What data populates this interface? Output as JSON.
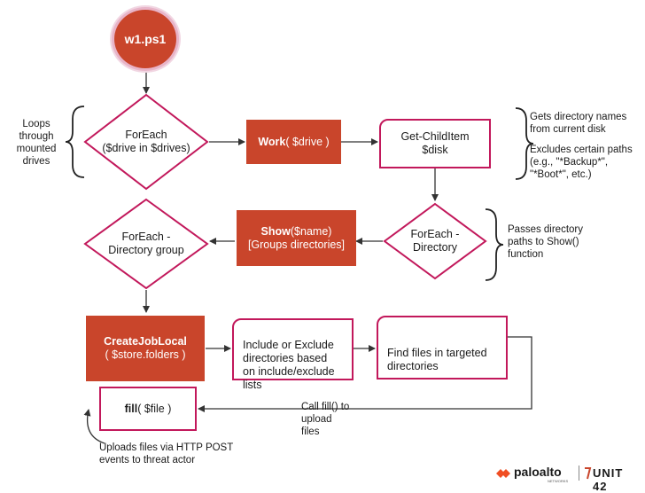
{
  "start": {
    "label": "w1.ps1"
  },
  "diamonds": {
    "foreach_drive": "ForEach\n($drive in $drives)",
    "foreach_directory": "ForEach -\nDirectory",
    "foreach_group": "ForEach -\nDirectory group"
  },
  "boxes": {
    "work": {
      "bold": "Work",
      "rest": "( $drive )"
    },
    "get_child": "Get-ChildItem\n$disk",
    "show": {
      "bold": "Show",
      "rest": "($name)",
      "line2": "[Groups directories]"
    },
    "create_job": {
      "line1": "CreateJobLocal",
      "line2": "( $store.folders )"
    },
    "include_exclude": "Include or Exclude\ndirectories based\non include/exclude\nlists",
    "find_files": "Find files in targeted\ndirectories",
    "fill": {
      "bold": "fill",
      "rest": "( $file )"
    }
  },
  "notes": {
    "loops": "Loops\nthrough\nmounted\ndrives",
    "gets_names": "Gets directory names\nfrom current disk",
    "excludes": "Excludes certain paths\n(e.g., \"*Backup*\",\n\"*Boot*\", etc.)",
    "passes": "Passes directory\npaths to Show()\nfunction",
    "call_fill": "Call fill() to\nupload\nfiles",
    "uploads": "Uploads files via HTTP POST\nevents to threat actor"
  },
  "brand": {
    "paloalto": "paloalto",
    "paloalto_sub": "NETWORKS",
    "unit42": "UNIT 42"
  },
  "colors": {
    "accent_red": "#c9452b",
    "border_magenta": "#c2185b",
    "line": "#333333"
  }
}
